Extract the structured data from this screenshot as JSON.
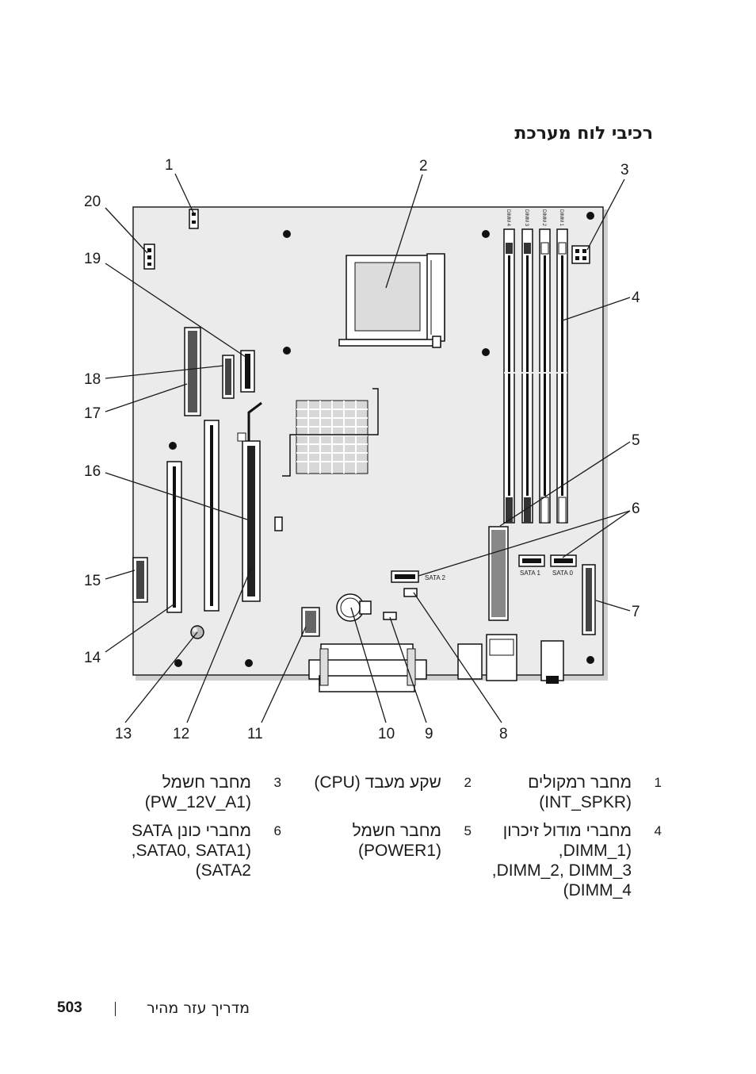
{
  "section_title": "רכיבי לוח מערכת",
  "callouts": [
    "1",
    "2",
    "3",
    "4",
    "5",
    "6",
    "7",
    "8",
    "9",
    "10",
    "11",
    "12",
    "13",
    "14",
    "15",
    "16",
    "17",
    "18",
    "19",
    "20"
  ],
  "board_labels": {
    "dimm": [
      "DIMM 4",
      "DIMM 3",
      "DIMM 2",
      "DIMM 1"
    ],
    "sata": [
      "SATA 2",
      "SATA 1",
      "SATA 0"
    ]
  },
  "legend": [
    {
      "num": "1",
      "lines": [
        "מחבר רמקולים",
        "(INT_SPKR)"
      ]
    },
    {
      "num": "2",
      "lines": [
        "שקע מעבד (CPU)"
      ]
    },
    {
      "num": "3",
      "lines": [
        "מחבר חשמל",
        "(PW_12V_A1)"
      ]
    },
    {
      "num": "4",
      "lines": [
        "מחברי מודול זיכרון",
        "(DIMM_1,",
        "DIMM_2, DIMM_3,",
        "DIMM_4)"
      ]
    },
    {
      "num": "5",
      "lines": [
        "מחבר חשמל",
        "(POWER1)"
      ]
    },
    {
      "num": "6",
      "lines": [
        "מחברי כונן SATA",
        "(SATA0, SATA1,",
        "SATA2)"
      ]
    }
  ],
  "footer": {
    "page_number": "503",
    "title": "מדריך עזר מהיר"
  }
}
